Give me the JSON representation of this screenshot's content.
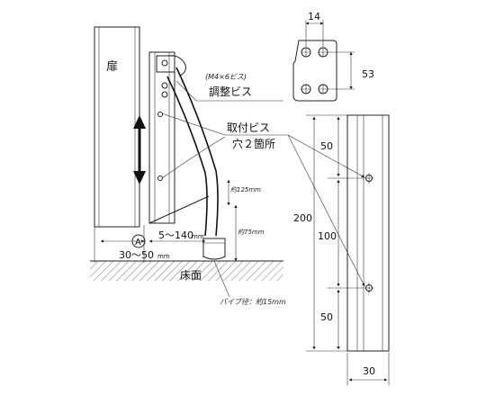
{
  "labels": {
    "door": "扉",
    "screw_spec": "(M4×6ビス)",
    "adjust_screw": "調整ビス",
    "mount_screw": "取付ビス",
    "two_holes": "穴２箇所",
    "approx_125": "約125mm",
    "approx_75": "約75mm",
    "range_5_140": "5〜140",
    "range_unit": "mm",
    "circle_a": "A",
    "range_30_50": "30〜50",
    "floor": "床面",
    "pipe_dia": "パイプ径：約15mm"
  },
  "plate_dims": {
    "width": "14",
    "height": "53"
  },
  "rail_dims": {
    "total": "200",
    "middle": "100",
    "top": "50",
    "bottom": "50",
    "width": "30"
  },
  "colors": {
    "line": "#222222",
    "hatch": "#555555"
  }
}
